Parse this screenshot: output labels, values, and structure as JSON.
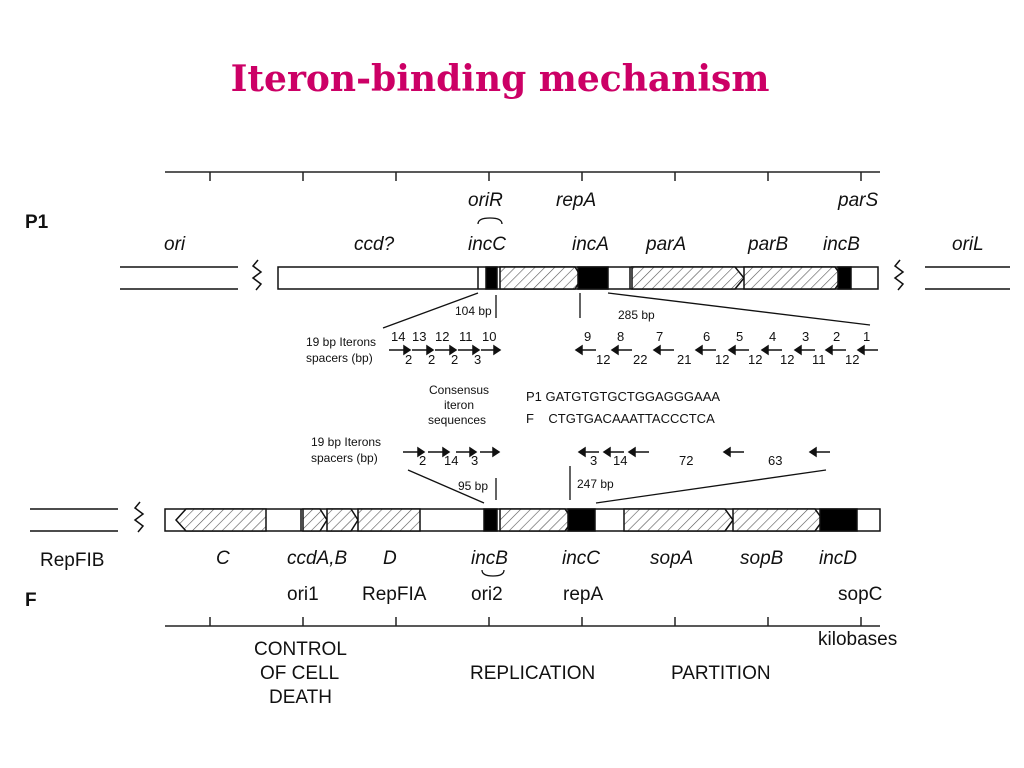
{
  "title": "Iteron-binding mechanism",
  "p1": {
    "name": "P1",
    "labels": [
      "ori",
      "ccd?",
      "oriR",
      "incC",
      "repA",
      "incA",
      "parA",
      "parB",
      "parS",
      "incB",
      "oriL"
    ],
    "bp_left": "104 bp",
    "bp_right": "285 bp",
    "iterons_label_1": "19 bp Iterons",
    "iterons_label_2": "spacers (bp)",
    "left_iteron_numbers": [
      "14",
      "13",
      "12",
      "11",
      "10"
    ],
    "left_spacers": [
      "2",
      "2",
      "2",
      "3"
    ],
    "right_iteron_numbers": [
      "9",
      "8",
      "7",
      "6",
      "5",
      "4",
      "3",
      "2",
      "1"
    ],
    "right_spacers": [
      "12",
      "22",
      "21",
      "12",
      "12",
      "12",
      "11",
      "12"
    ]
  },
  "consensus": {
    "label_1": "Consensus",
    "label_2": "iteron",
    "label_3": "sequences",
    "p1_seq": "P1 GATGTGTGCTGGAGGGAAA",
    "f_seq": "F    CTGTGACAAATTACCCTCA"
  },
  "f": {
    "name": "F",
    "iterons_label_1": "19 bp Iterons",
    "iterons_label_2": "spacers (bp)",
    "left_spacers": [
      "2",
      "14",
      "3"
    ],
    "right_spacers": [
      "3",
      "14",
      "72",
      "63"
    ],
    "bp_left": "95 bp",
    "bp_right": "247 bp",
    "labels_row1": [
      "RepFIB",
      "C",
      "ccdA,B",
      "D",
      "incB",
      "incC",
      "sopA",
      "sopB",
      "incD"
    ],
    "labels_row2": [
      "ori1",
      "RepFIA",
      "ori2",
      "repA",
      "sopC"
    ]
  },
  "axis_label": "kilobases",
  "categories": {
    "control_1": "CONTROL",
    "control_2": "OF CELL",
    "control_3": "DEATH",
    "replication": "REPLICATION",
    "partition": "PARTITION"
  }
}
